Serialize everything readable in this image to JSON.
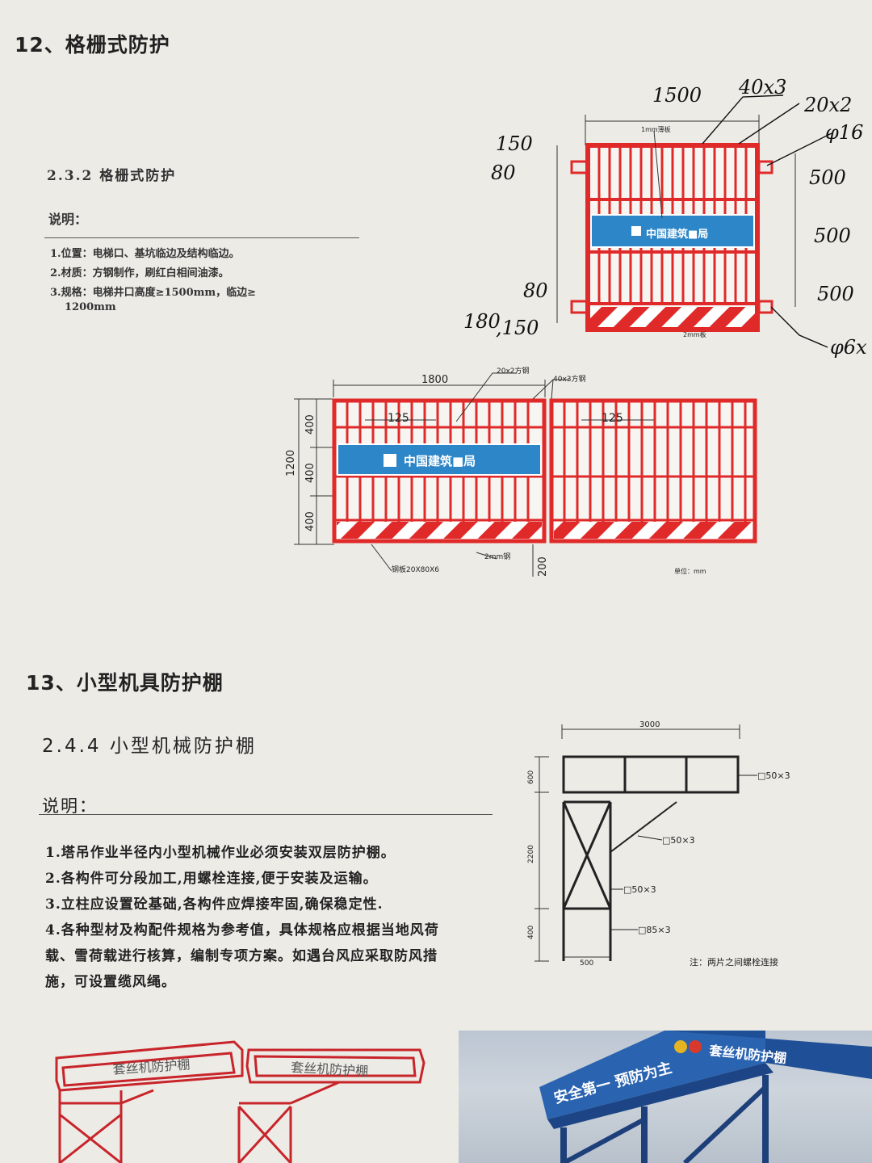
{
  "section12": {
    "title": "12、格栅式防护",
    "subtitle": "2.3.2 格栅式防护",
    "note_label": "说明：",
    "notes": [
      "1.位置：电梯口、基坑临边及结构临边。",
      "2.材质：方钢制作，刷红白相间油漆。",
      "3.规格：电梯井口高度≥1500mm，临边≥",
      "1200mm"
    ]
  },
  "fence_small": {
    "banner": "中国建筑■局",
    "top_label": "1mm薄板",
    "bottom_label": "2mm板",
    "handwritten": {
      "w1500": "1500",
      "m40x3": "40x3",
      "m20x2": "20x2",
      "phi16": "φ16",
      "d150": "150",
      "d80a": "80",
      "d500a": "500",
      "d500b": "500",
      "d80b": "80",
      "d500c": "500",
      "d180": "180",
      "d150b": ",150",
      "phi6": "φ6x"
    }
  },
  "fence_large": {
    "banner": "中国建筑■局",
    "width": "1800",
    "spacing1": "125",
    "spacing2": "125",
    "m20x2": "20x2方钢",
    "m40x3": "40x3方钢",
    "h1200": "1200",
    "h400a": "400",
    "h400b": "400",
    "h400c": "400",
    "d200": "200",
    "base": "钢板20X80X6",
    "plate": "2mm钢",
    "unit": "单位：mm"
  },
  "section13": {
    "title": "13、小型机具防护棚",
    "subtitle": "2.4.4 小型机械防护棚",
    "note_label": "说明：",
    "notes": [
      "1.塔吊作业半径内小型机械作业必须安装双层防护棚。",
      "2.各构件可分段加工,用螺栓连接,便于安装及运输。",
      "3.立柱应设置砼基础,各构件应焊接牢固,确保稳定性.",
      "4.各种型材及构配件规格为参考值，具体规格应根据当地风荷",
      "载、雪荷载进行核算，编制专项方案。如遇台风应采取防风措",
      "施，可设置缆风绳。"
    ]
  },
  "shed_drawing": {
    "w3000": "3000",
    "h600": "600",
    "h2200": "2200",
    "h400": "400",
    "w500": "500",
    "m1": "□50×3",
    "m2": "□50×3",
    "m3": "□50×3",
    "m4": "□85×3",
    "note": "注：两片之间螺栓连接"
  },
  "shed_sketch": {
    "sign1": "套丝机防护棚",
    "sign2": "套丝机防护棚"
  },
  "shed_photo": {
    "slogan": "安全第一 预防为主",
    "sign": "套丝机防护棚"
  }
}
